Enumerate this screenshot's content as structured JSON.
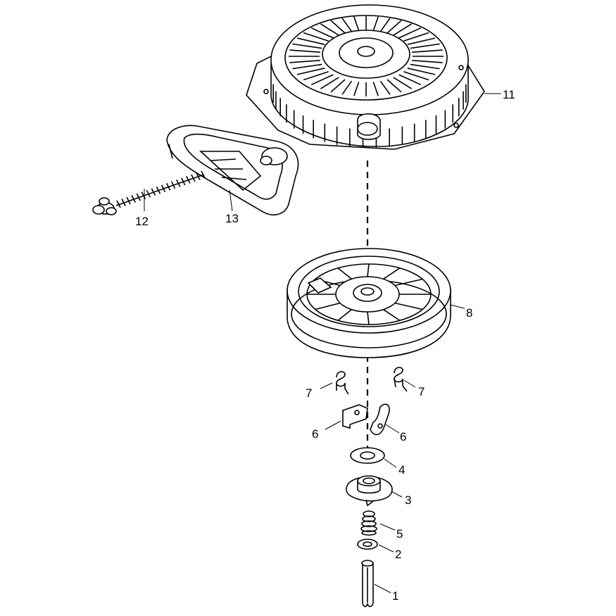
{
  "parts": [
    {
      "id": "starter-housing",
      "label": "11"
    },
    {
      "id": "starter-rope",
      "label": "12"
    },
    {
      "id": "starter-handle",
      "label": "13"
    },
    {
      "id": "pulley",
      "label": "8"
    },
    {
      "id": "pawl-spring-left",
      "label": "7"
    },
    {
      "id": "pawl-spring-right",
      "label": "7"
    },
    {
      "id": "pawl-left",
      "label": "6"
    },
    {
      "id": "pawl-right",
      "label": "6"
    },
    {
      "id": "washer-upper",
      "label": "4"
    },
    {
      "id": "friction-plate",
      "label": "3"
    },
    {
      "id": "center-spring",
      "label": "5"
    },
    {
      "id": "washer-lower",
      "label": "2"
    },
    {
      "id": "pin",
      "label": "1"
    }
  ]
}
